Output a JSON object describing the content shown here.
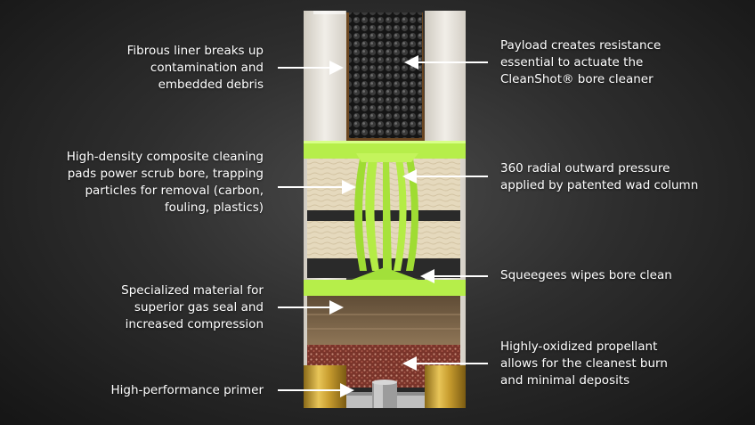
{
  "labels_left": [
    {
      "id": "fibrous-liner",
      "lines": [
        "Fibrous liner breaks up",
        "contamination and",
        "embedded debris"
      ]
    },
    {
      "id": "cleaning-pads",
      "lines": [
        "High-density composite cleaning",
        "pads power scrub bore, trapping",
        "particles for removal (carbon,",
        "fouling, plastics)"
      ]
    },
    {
      "id": "gas-seal",
      "lines": [
        "Specialized material for",
        "superior gas seal and",
        "increased compression"
      ]
    },
    {
      "id": "primer",
      "lines": [
        "High-performance primer"
      ]
    }
  ],
  "labels_right": [
    {
      "id": "payload",
      "lines": [
        "Payload creates resistance",
        "essential to actuate the",
        "CleanShot® bore cleaner"
      ]
    },
    {
      "id": "radial-pressure",
      "lines": [
        "360 radial outward pressure",
        "applied by patented wad column"
      ]
    },
    {
      "id": "squeegees",
      "lines": [
        "Squeegees wipes bore clean"
      ]
    },
    {
      "id": "propellant",
      "lines": [
        "Highly-oxidized propellant",
        "allows for the cleanest burn",
        "and minimal deposits"
      ]
    }
  ],
  "colors": {
    "hull": "#e6e3dc",
    "shot": "#1b1b1b",
    "wad_green": "#a6e43a",
    "pad_cream": "#e8dcc0",
    "brass": "#c9a23a",
    "seal_brown": "#7a6448",
    "propellant": "#8c3f33"
  }
}
